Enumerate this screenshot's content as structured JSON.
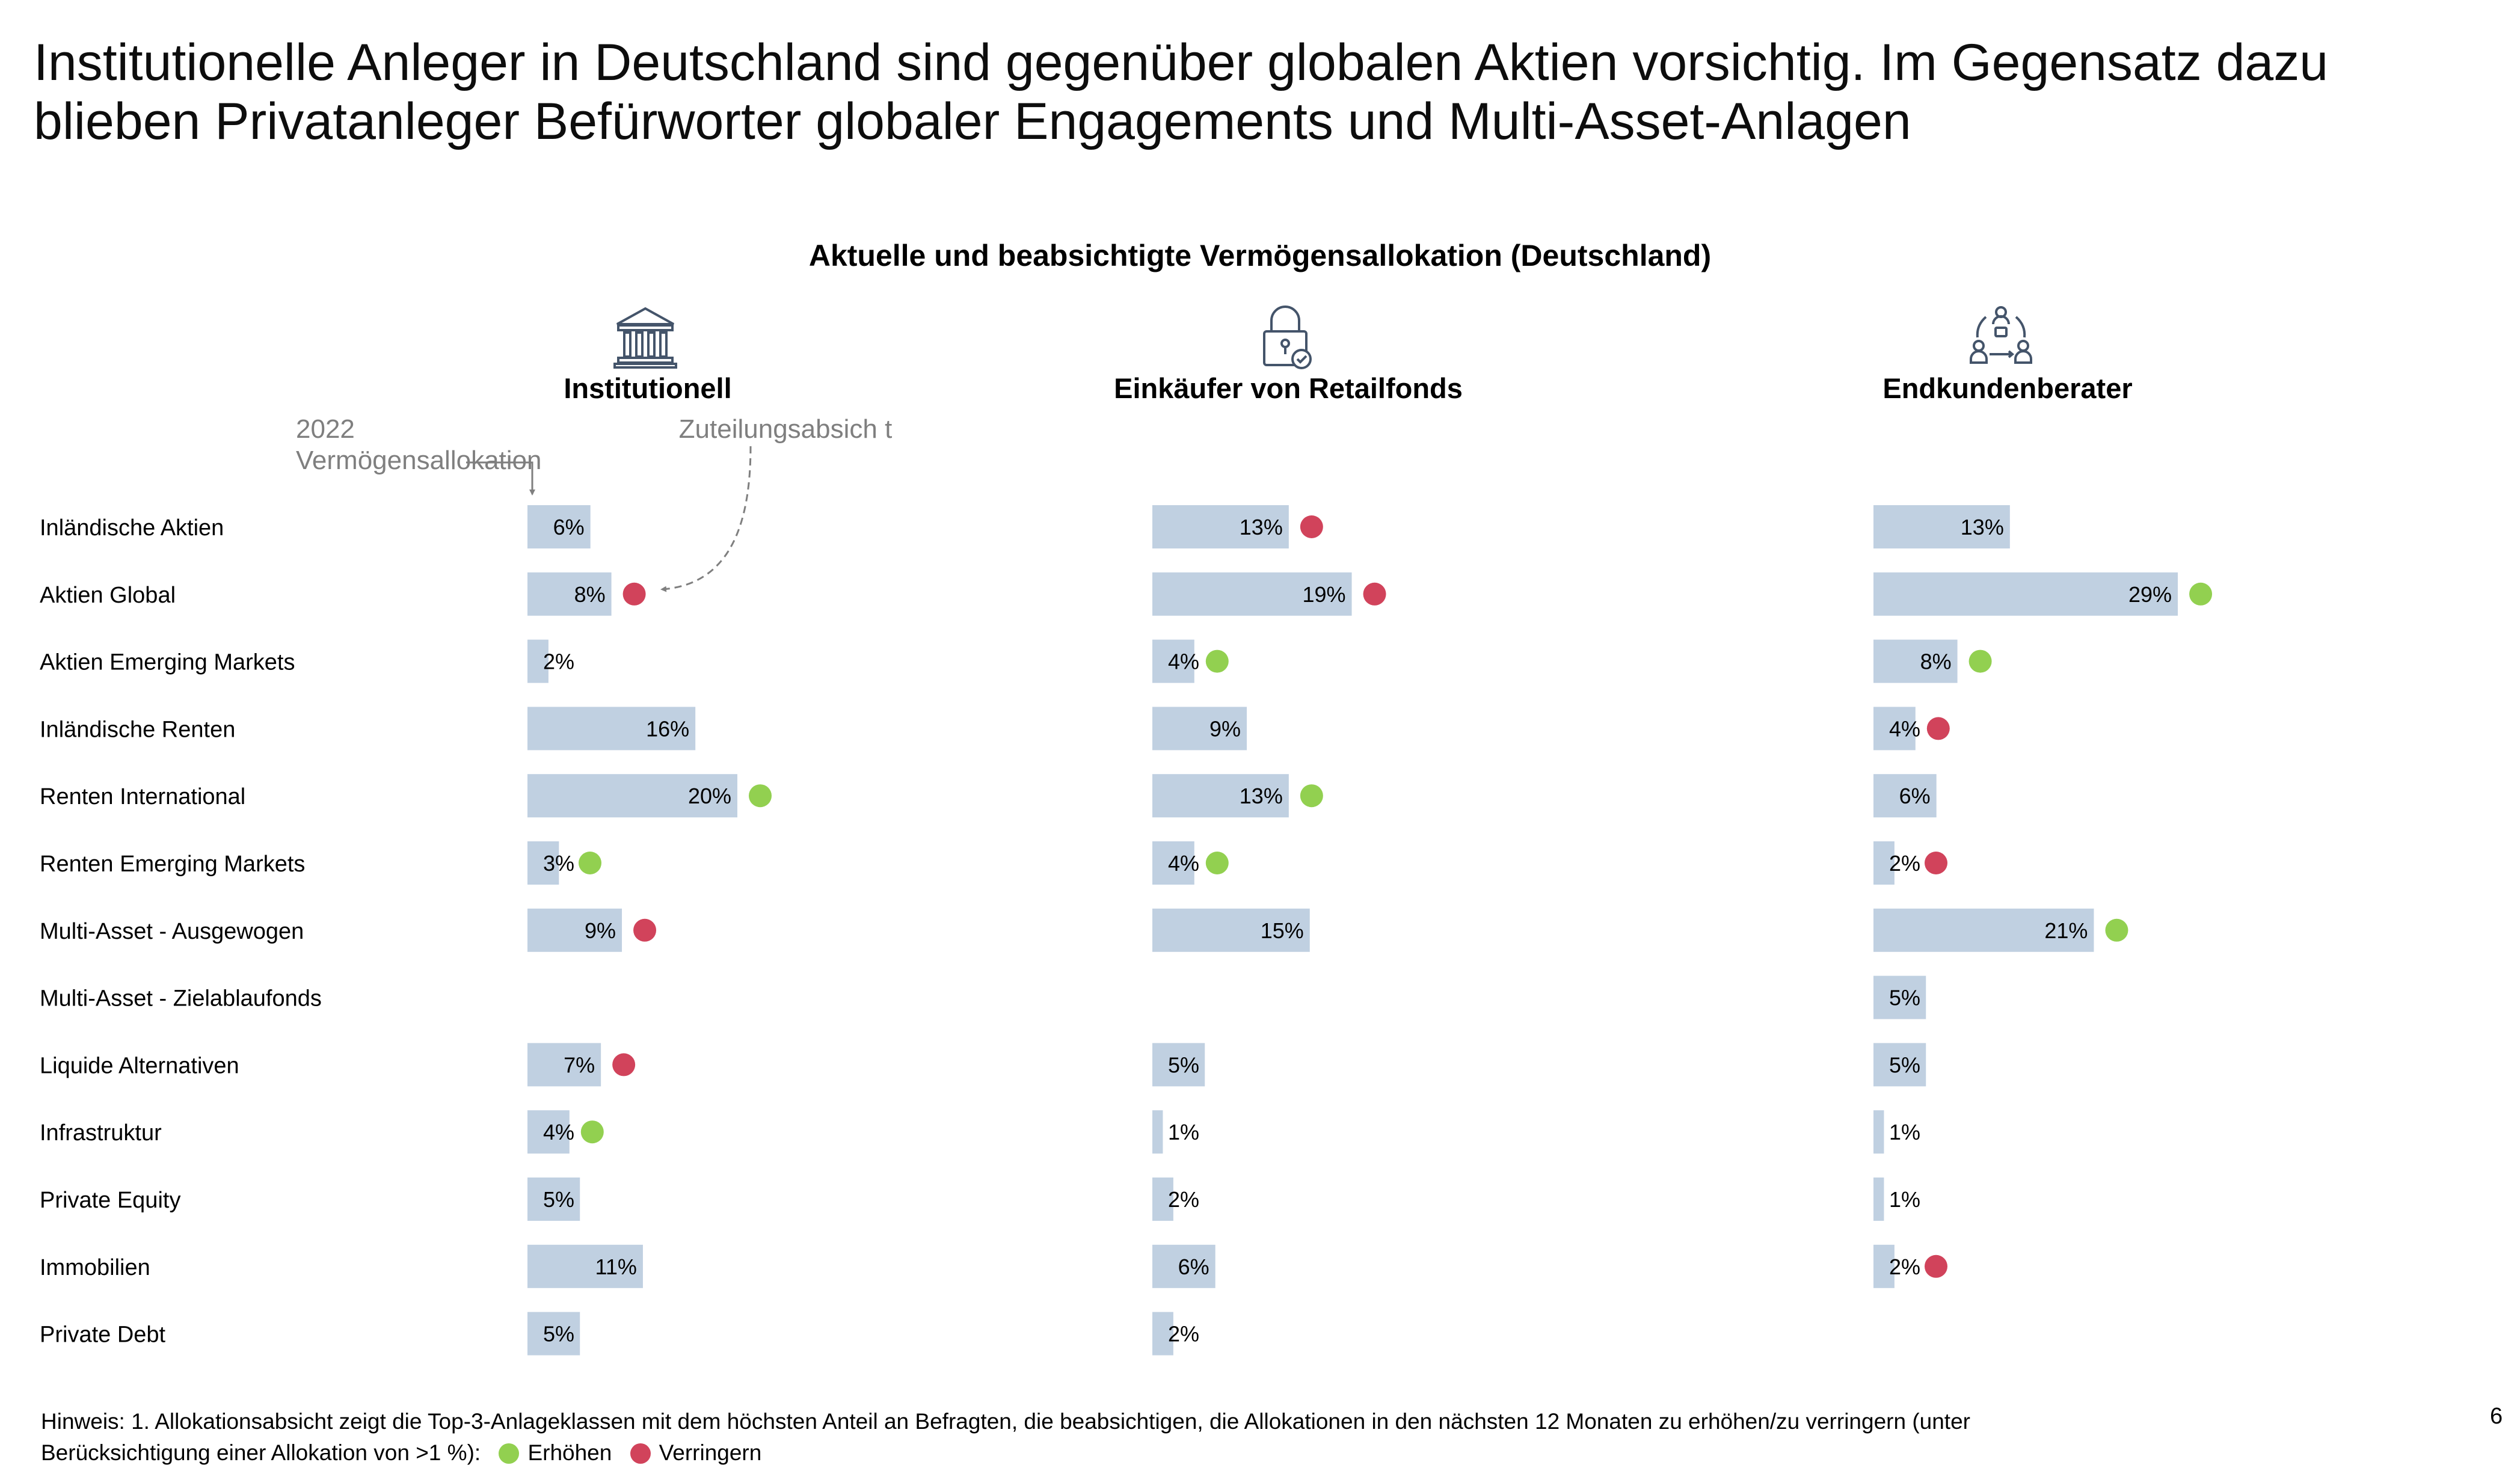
{
  "title": "Institutionelle Anleger in Deutschland sind gegenüber globalen Aktien vorsichtig. Im Gegensatz dazu blieben Privatanleger Befürworter globaler Engagements und Multi-Asset-Anlagen",
  "page_number": "6",
  "annotations": {
    "current_allocation": "2022 Vermögensallokation",
    "intention": "Zuteilungsabsich t"
  },
  "icons": [
    "bank-icon",
    "lock-icon",
    "advisor-network-icon"
  ],
  "colors": {
    "bar": "#c0d0e1",
    "increase": "#92d050",
    "decrease": "#d1435b"
  },
  "footnote": {
    "text": "Hinweis: 1. Allokationsabsicht zeigt die Top-3-Anlageklassen mit dem höchsten Anteil an Befragten, die beabsichtigen, die Allokationen in den nächsten 12 Monaten zu erhöhen/zu verringern (unter Berücksichtigung einer Allokation von >1 %):",
    "legend_increase": "Erhöhen",
    "legend_decrease": "Verringern"
  },
  "chart_data": {
    "type": "bar",
    "title": "Aktuelle und beabsichtigte Vermögensallokation (Deutschland)",
    "categories": [
      "Inländische Aktien",
      "Aktien Global",
      "Aktien Emerging Markets",
      "Inländische Renten",
      "Renten International",
      "Renten Emerging Markets",
      "Multi-Asset - Ausgewogen",
      "Multi-Asset - Zielablaufonds",
      "Liquide Alternativen",
      "Infrastruktur",
      "Private Equity",
      "Immobilien",
      "Private Debt"
    ],
    "unit": "%",
    "series": [
      {
        "name": "Institutionell",
        "values": [
          6,
          8,
          2,
          16,
          20,
          3,
          9,
          null,
          7,
          4,
          5,
          11,
          5
        ],
        "labels": [
          "6%",
          "8%",
          "2%",
          "16%",
          "20%",
          "3%",
          "9%",
          "",
          "7%",
          "4%",
          "5%",
          "11%",
          "5%"
        ],
        "intention": [
          null,
          "decrease",
          null,
          null,
          "increase",
          "increase",
          "decrease",
          null,
          "decrease",
          "increase",
          null,
          null,
          null
        ]
      },
      {
        "name": "Einkäufer von Retailfonds",
        "values": [
          13,
          19,
          4,
          9,
          13,
          4,
          15,
          null,
          5,
          1,
          2,
          6,
          2
        ],
        "labels": [
          "13%",
          "19%",
          "4%",
          "9%",
          "13%",
          "4%",
          "15%",
          "",
          "5%",
          "1%",
          "2%",
          "6%",
          "2%"
        ],
        "intention": [
          "decrease",
          "decrease",
          "increase",
          null,
          "increase",
          "increase",
          null,
          null,
          null,
          null,
          null,
          null,
          null
        ]
      },
      {
        "name": "Endkundenberater",
        "values": [
          13,
          29,
          8,
          4,
          6,
          2,
          21,
          5,
          5,
          1,
          1,
          2,
          null
        ],
        "labels": [
          "13%",
          "29%",
          "8%",
          "4%",
          "6%",
          "2%",
          "21%",
          "5%",
          "5%",
          "1%",
          "1%",
          "2%",
          ""
        ],
        "intention": [
          null,
          "increase",
          "increase",
          "decrease",
          null,
          "decrease",
          "increase",
          null,
          null,
          null,
          null,
          "decrease",
          null
        ]
      }
    ]
  }
}
